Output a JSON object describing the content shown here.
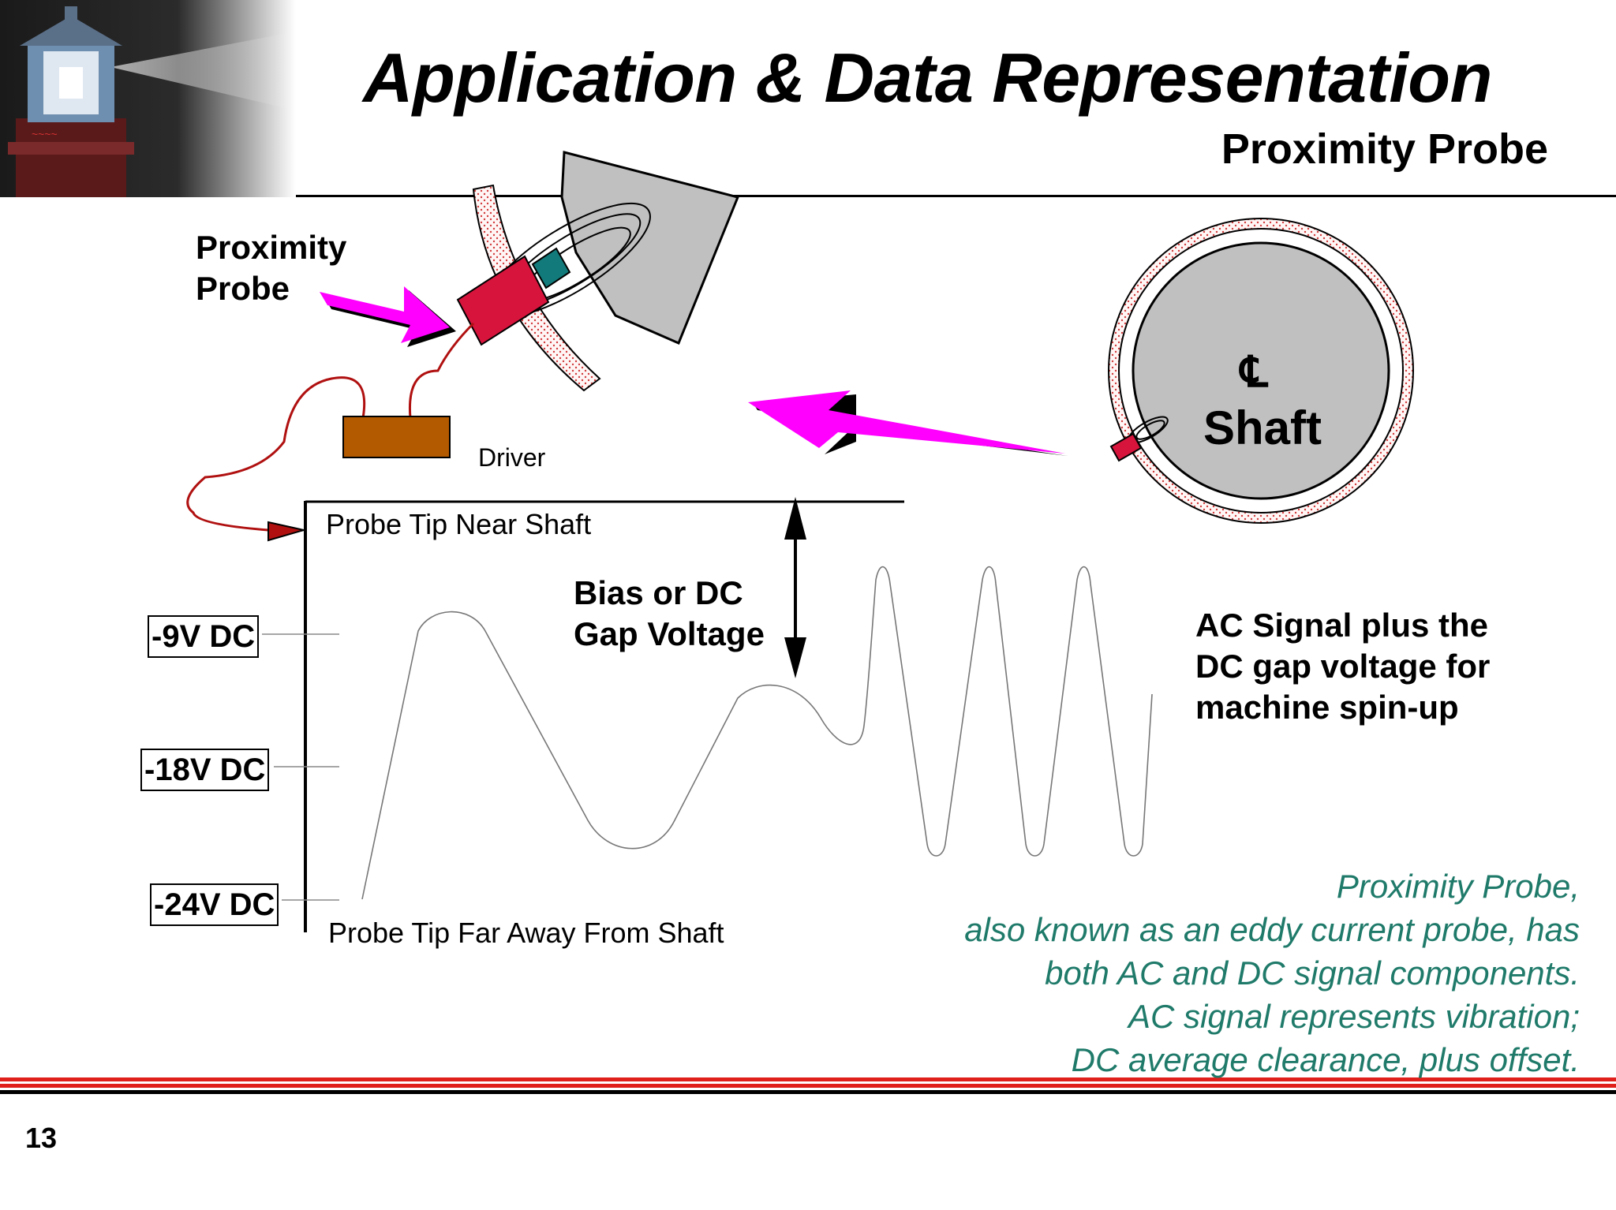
{
  "header": {
    "title": "Application & Data Representation",
    "subtitle": "Proximity Probe"
  },
  "diagram": {
    "probe_label_line1": "Proximity",
    "probe_label_line2": "Probe",
    "driver_label": "Driver",
    "shaft_label": "Shaft",
    "centerline_symbol": "℄",
    "near_label": "Probe Tip Near Shaft",
    "far_label": "Probe Tip Far Away From Shaft",
    "bias_line1": "Bias or DC",
    "bias_line2": "Gap Voltage",
    "ac_line1": "AC Signal plus the",
    "ac_line2": "DC gap voltage for",
    "ac_line3": "machine spin-up",
    "voltages": [
      "-9V DC",
      "-18V DC",
      "-24V DC"
    ]
  },
  "note": {
    "line1": "Proximity Probe,",
    "line2": "also known as an eddy current probe, has",
    "line3": "both AC and DC signal components.",
    "line4": "AC signal represents vibration;",
    "line5": "DC average clearance, plus offset."
  },
  "colors": {
    "note_text": "#1f7a6a",
    "arrow": "#ff00ff",
    "probe": "#d6143c",
    "driver": "#b35900",
    "footer_red": "#e0201b"
  },
  "page_number": "13"
}
